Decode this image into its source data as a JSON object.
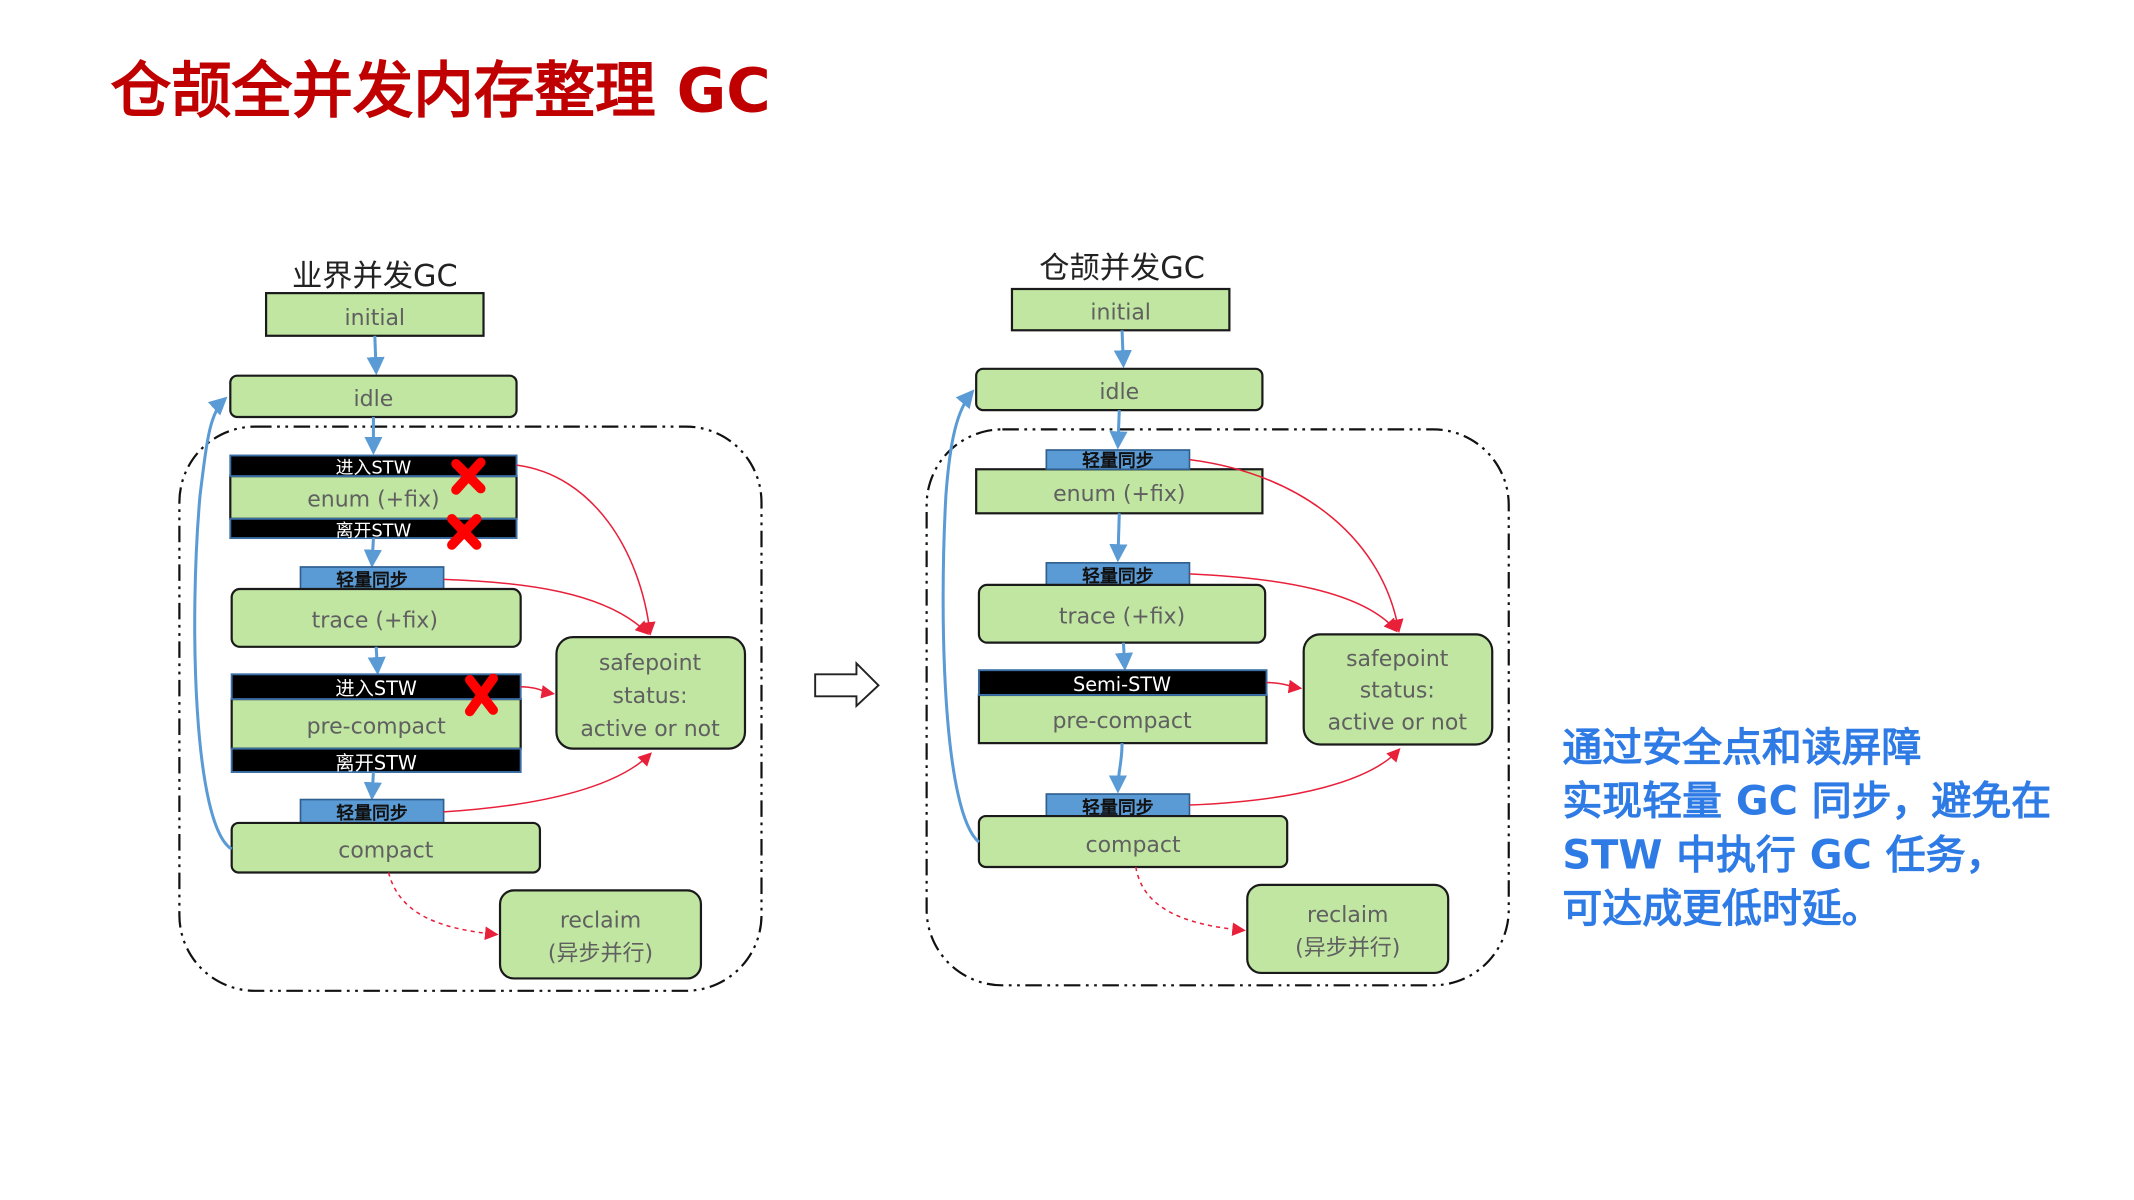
{
  "slide": {
    "title": "仓颉全并发内存整理 GC",
    "colors": {
      "title": "#c00000",
      "note": "#2f7be6",
      "state_box": "#c0e6a2",
      "sync_bar": "#5b9bd5",
      "stw_bar": "#000000",
      "flow_arrow": "#5b9bd5",
      "safepoint_arrow": "#e8203a"
    }
  },
  "left_diagram": {
    "title": "业界并发GC",
    "initial": "initial",
    "idle": "idle",
    "enter_stw_1": "进入STW",
    "enum": "enum (+fix)",
    "leave_stw_1": "离开STW",
    "sync_1": "轻量同步",
    "trace": "trace (+fix)",
    "enter_stw_2": "进入STW",
    "pre_compact": "pre-compact",
    "leave_stw_2": "离开STW",
    "sync_2": "轻量同步",
    "compact": "compact",
    "safepoint": [
      "safepoint",
      "status:",
      "active or not"
    ],
    "reclaim": [
      "reclaim",
      "(异步并行)"
    ],
    "crossed_out_icons": [
      "x-mark-icon",
      "x-mark-icon",
      "x-mark-icon"
    ]
  },
  "transition_icon": "hollow-right-arrow-icon",
  "right_diagram": {
    "title": "仓颉并发GC",
    "initial": "initial",
    "idle": "idle",
    "sync_1": "轻量同步",
    "enum": "enum (+fix)",
    "sync_2": "轻量同步",
    "trace": "trace (+fix)",
    "semi_stw": "Semi-STW",
    "pre_compact": "pre-compact",
    "sync_3": "轻量同步",
    "compact": "compact",
    "safepoint": [
      "safepoint",
      "status:",
      "active or not"
    ],
    "reclaim": [
      "reclaim",
      "(异步并行)"
    ]
  },
  "note": {
    "lines": [
      "通过安全点和读屏障",
      "实现轻量 GC 同步，避免在",
      "STW 中执行 GC 任务，",
      "可达成更低时延。"
    ]
  }
}
